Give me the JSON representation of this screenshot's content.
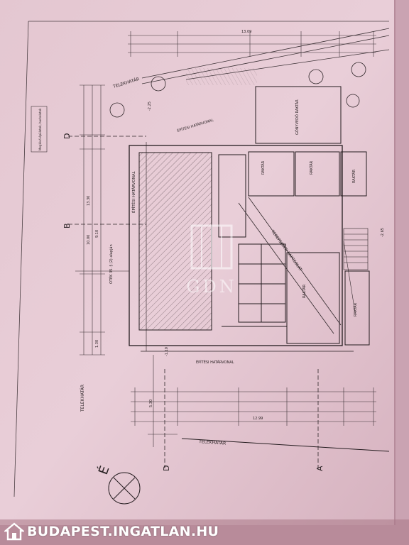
{
  "plan": {
    "north_label": "É",
    "labels": {
      "telekhatar_top": "TELEKHATÁR",
      "telekhatar_left": "TELEKHATÁR",
      "telekhatar_bottom": "TELEKHATÁR",
      "epitesi_top": "ÉPÍTÉSI HATÁRVONAL",
      "epitesi_left": "ÉPÍTÉSI HATÁRVONAL",
      "epitesi_bottom": "ÉPÍTÉSI HATÁRVONAL",
      "terepszint": "TEREPSZINTI KAPCSOLAT",
      "raktar_1": "RAKTÁR",
      "raktar_2": "RAKTÁR",
      "raktar_3": "RAKTÁR",
      "raktar_4": "RAKTÁR",
      "raktar_5": "RAKTÁR",
      "gonyvedo": "GÖNYVEDŐ RAKTÁR",
      "axis_d_top": "D",
      "axis_b": "B",
      "axis_d_bottom": "D",
      "axis_a": "A",
      "dim_1309": "13.09",
      "dim_1299": "12.99",
      "dim_1000": "10.00",
      "dim_910": "9.10",
      "dim_1330": "13.30",
      "dim_530": "5.30",
      "dim_225": "-2.25",
      "dim_265": "-2.65",
      "dim_110": "-1.10",
      "dim_130": "1.30",
      "otek": "OTÉK 35. § (2) alapján",
      "note": "Meglévő épületek, burkolatok"
    }
  },
  "watermark": {
    "site": "BUDAPEST.INGATLAN.HU",
    "plan_mark": "GDN"
  }
}
